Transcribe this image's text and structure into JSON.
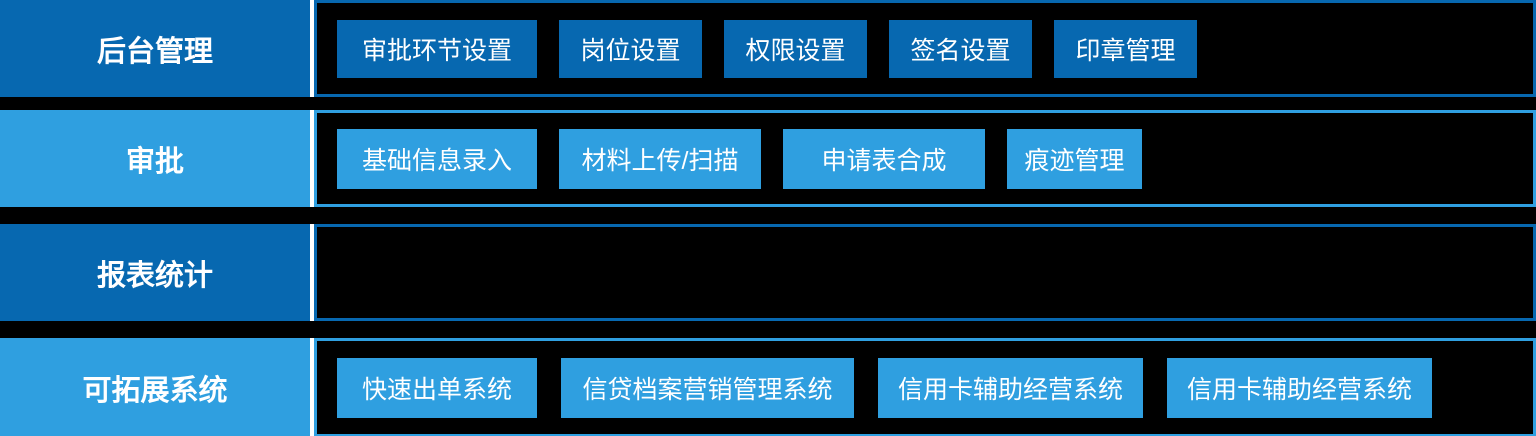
{
  "colors": {
    "dark_blue": "#0768B0",
    "light_blue": "#2F9FE0",
    "background": "#000000",
    "text": "#FFFFFF"
  },
  "rows": [
    {
      "label": "后台管理",
      "theme": "dark",
      "buttons": [
        "审批环节设置",
        "岗位设置",
        "权限设置",
        "签名设置",
        "印章管理"
      ]
    },
    {
      "label": "审批",
      "theme": "light",
      "buttons": [
        "基础信息录入",
        "材料上传/扫描",
        "申请表合成",
        "痕迹管理"
      ]
    },
    {
      "label": "报表统计",
      "theme": "dark",
      "buttons": []
    },
    {
      "label": "可拓展系统",
      "theme": "light",
      "buttons": [
        "快速出单系统",
        "信贷档案营销管理系统",
        "信用卡辅助经营系统",
        "信用卡辅助经营系统"
      ]
    }
  ]
}
